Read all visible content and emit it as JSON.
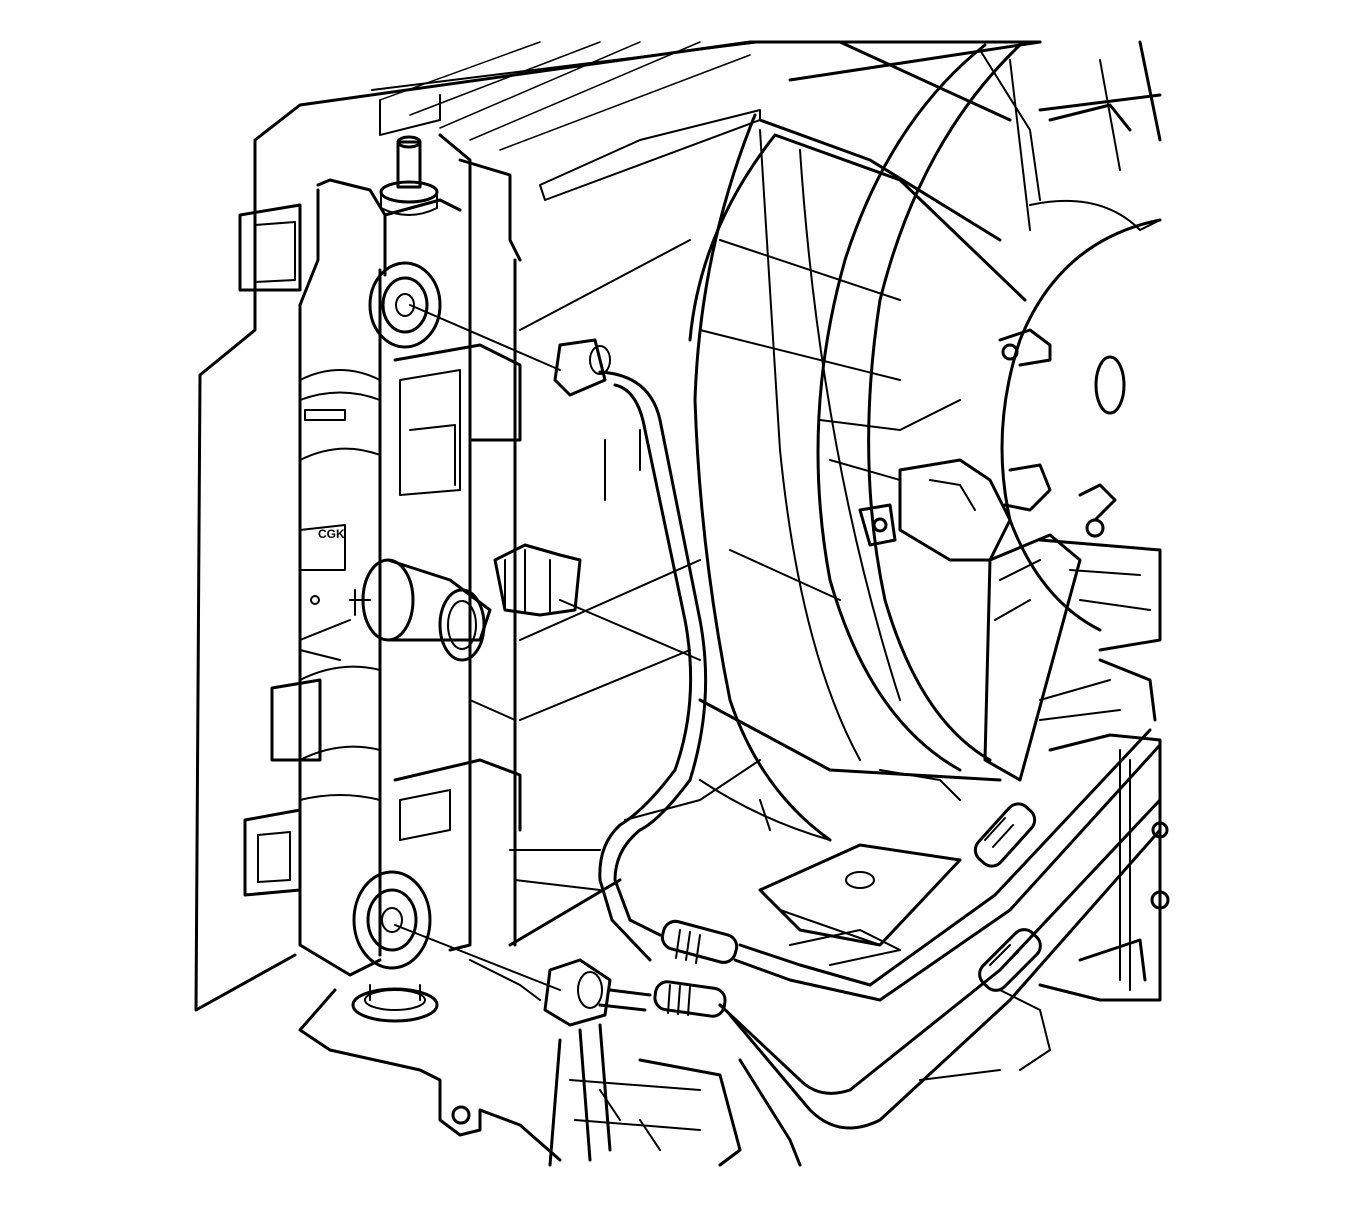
{
  "diagram": {
    "style": "black line-art technical illustration",
    "colors": {
      "background": "#ffffff",
      "ink": "#000000"
    },
    "part_label": "CGK",
    "components": [
      "radiator-end-tank",
      "upper-transmission-cooler-fitting",
      "lower-transmission-cooler-fitting",
      "radiator-drain-outlet",
      "coolant-temperature-sensor",
      "sensor-electrical-connector",
      "transmission-cooler-lines",
      "cooling-fan-shroud",
      "cooling-fan-motor",
      "lower-radiator-support"
    ]
  }
}
